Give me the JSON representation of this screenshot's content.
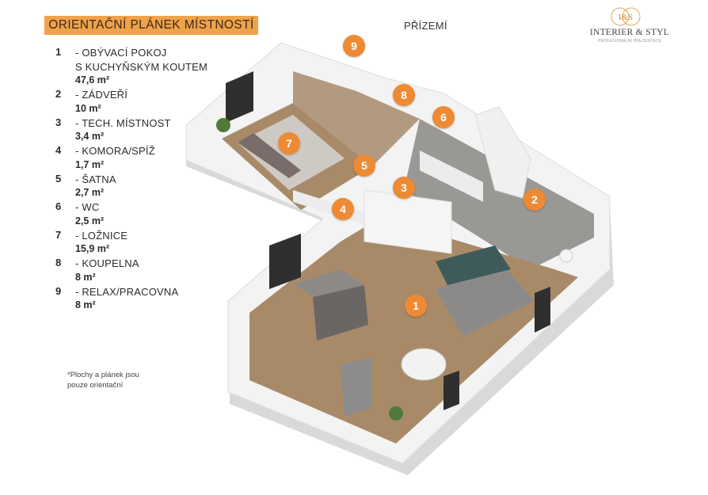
{
  "header": {
    "title": "ORIENTAČNÍ PLÁNEK MÍSTNOSTÍ",
    "floor": "PŘÍZEMÍ"
  },
  "logo": {
    "monogram": "I&S",
    "name": "INTERIER & STYL",
    "tagline": "PROFESIONÁLNÍ PREZENTACE"
  },
  "rooms": [
    {
      "num": "1",
      "name": "OBÝVACÍ POKOJ",
      "name2": "S KUCHYŇSKÝM KOUTEM",
      "area": "47,6 m²"
    },
    {
      "num": "2",
      "name": "ZÁDVEŘÍ",
      "area": "10 m²"
    },
    {
      "num": "3",
      "name": "TECH. MÍSTNOST",
      "area": "3,4 m²"
    },
    {
      "num": "4",
      "name": "KOMORA/SPÍŽ",
      "area": "1,7 m²"
    },
    {
      "num": "5",
      "name": "ŠATNA",
      "area": "2,7 m²"
    },
    {
      "num": "6",
      "name": "WC",
      "area": "2,5 m²"
    },
    {
      "num": "7",
      "name": "LOŽNICE",
      "area": "15,9 m²"
    },
    {
      "num": "8",
      "name": "KOUPELNA",
      "area": "8 m²"
    },
    {
      "num": "9",
      "name": "RELAX/PRACOVNA",
      "area": "8 m²"
    }
  ],
  "note": {
    "line1": "*Plochy  a plánek jsou",
    "line2": "pouze orientační"
  },
  "colors": {
    "accent": "#f0a24a",
    "marker": "#ee8a34",
    "floor_wood": "#a98a68",
    "wall": "#f2f2f2"
  }
}
